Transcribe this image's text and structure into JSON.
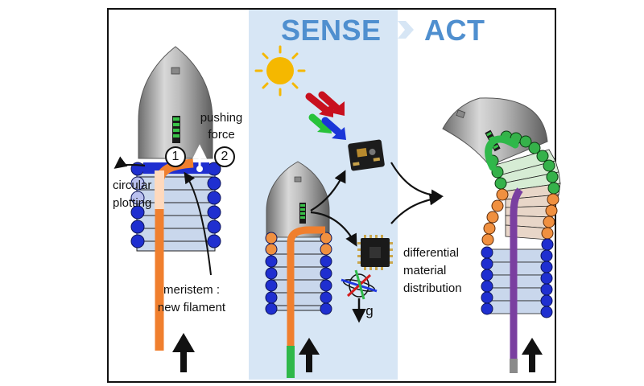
{
  "headers": {
    "sense": "SENSE",
    "act": "ACT"
  },
  "labels": {
    "pushing_force": "pushing\nforce",
    "circular_plotting": "circular\nplotting",
    "meristem": "meristem :\nnew filament",
    "differential": "differential\nmaterial\ndistribution",
    "gravity": "g",
    "step_1": "1",
    "step_2": "2"
  },
  "icons": [
    "sun-icon",
    "light-arrows-icon",
    "light-sensor-chip-icon",
    "imu-chip-icon",
    "gyroscope-icon",
    "upward-arrow-icon",
    "workflow-arrow-icon"
  ],
  "colors": {
    "sense_panel": "#d7e6f5",
    "header_text": "#4f8fcf",
    "filament_orange": "#f07f2e",
    "filament_green": "#2fb84a",
    "filament_purple": "#7a3fa0",
    "ring_blue": "#1f2fd0",
    "ring_orange": "#f09040",
    "ring_green": "#35b24a",
    "sun": "#f5b800"
  }
}
